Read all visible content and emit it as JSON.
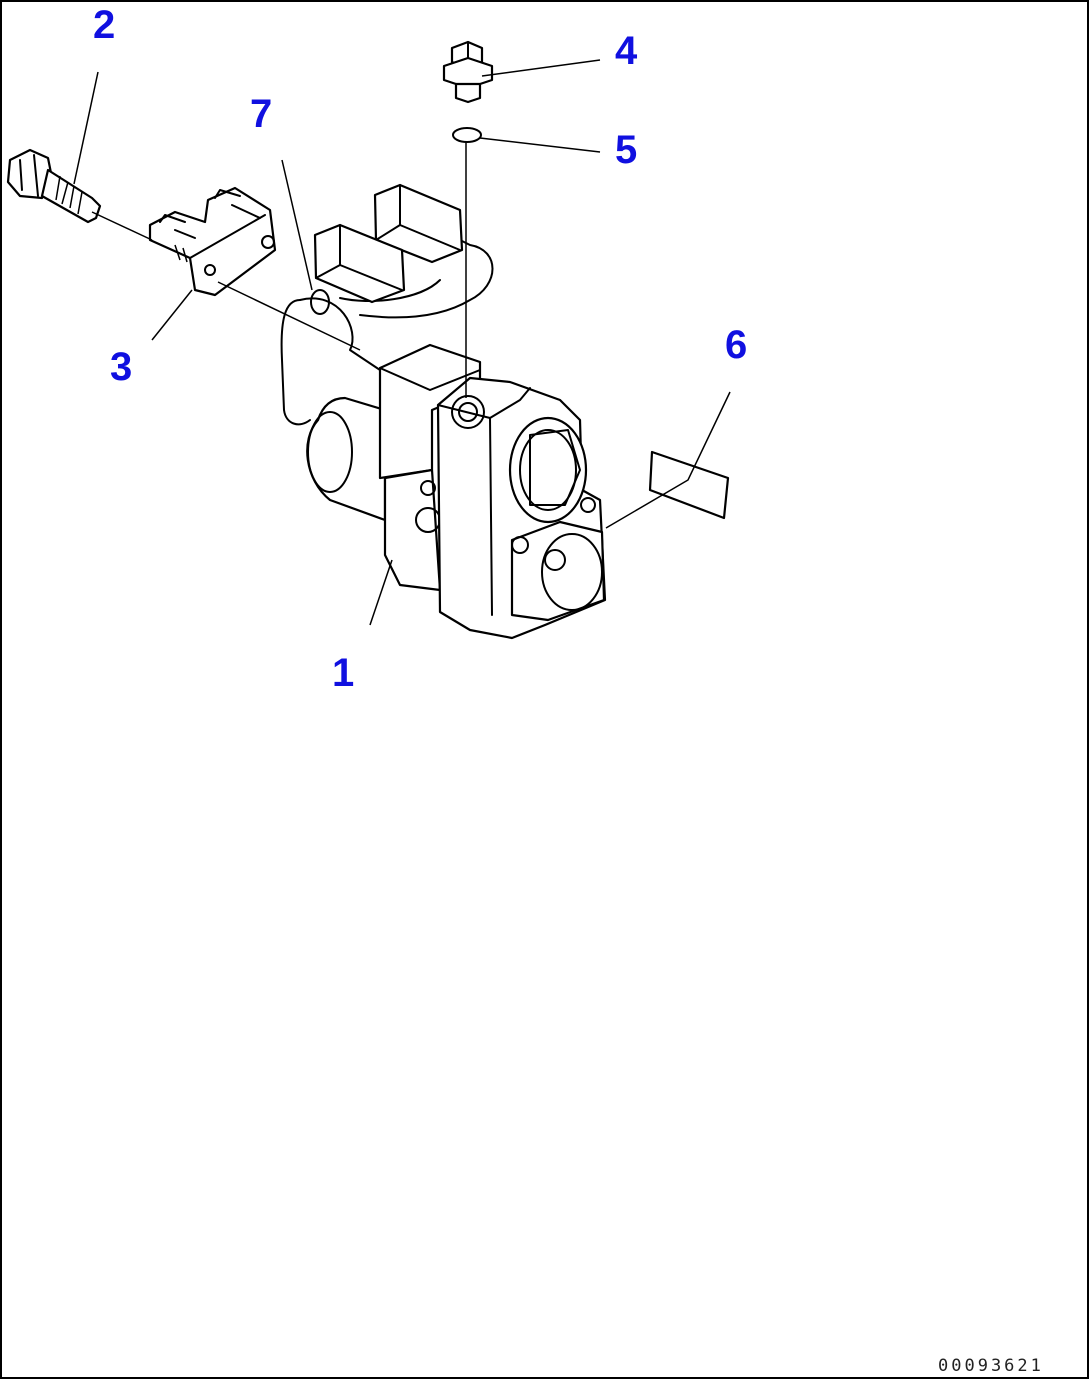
{
  "diagram": {
    "callouts": [
      {
        "id": "1",
        "label": "1"
      },
      {
        "id": "2",
        "label": "2"
      },
      {
        "id": "3",
        "label": "3"
      },
      {
        "id": "4",
        "label": "4"
      },
      {
        "id": "5",
        "label": "5"
      },
      {
        "id": "6",
        "label": "6"
      },
      {
        "id": "7",
        "label": "7"
      }
    ],
    "drawing_number": "00093621",
    "callout_color": "#1010e0"
  }
}
